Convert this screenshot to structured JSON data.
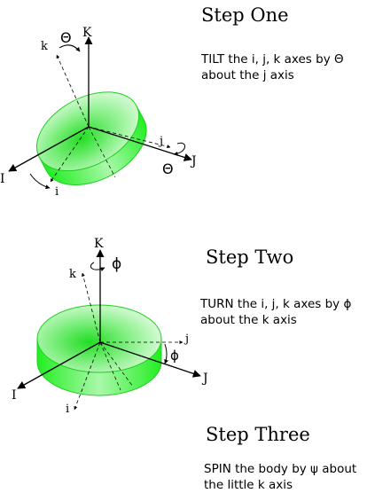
{
  "steps": [
    {
      "title": "Step One",
      "description": "TILT the i, j, k axes by Θ about the j axis",
      "axis_labels": {
        "K": "K",
        "I": "I",
        "J": "J",
        "k": "k",
        "i": "i",
        "j": "j"
      },
      "angle_symbol": "Θ"
    },
    {
      "title": "Step Two",
      "description": "TURN the i, j, k axes by ϕ about the k axis",
      "axis_labels": {
        "K": "K",
        "I": "I",
        "J": "J",
        "k": "k",
        "i": "i",
        "j": "j"
      },
      "angle_symbol": "ϕ"
    },
    {
      "title": "Step Three",
      "description": "SPIN the body by ψ about the little k axis"
    }
  ],
  "colors": {
    "disk": "#33ff33",
    "disk_dark": "#11cc11",
    "axis": "#000000"
  }
}
